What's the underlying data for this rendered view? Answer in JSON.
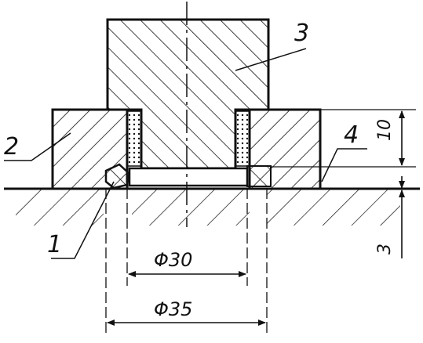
{
  "labels": {
    "part_1": "1",
    "part_2": "2",
    "part_3": "3",
    "part_4": "4"
  },
  "dimensions": {
    "inner_diameter": "Φ30",
    "outer_diameter": "Φ35",
    "height_10": "10",
    "height_3": "3"
  },
  "colors": {
    "ink": "#111111",
    "paper": "#ffffff"
  }
}
